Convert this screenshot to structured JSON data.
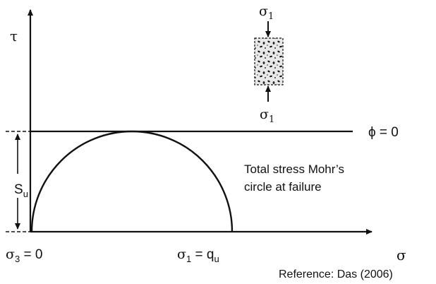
{
  "figure": {
    "tau_axis_label": "τ",
    "sigma_axis_label": "σ",
    "specimen": {
      "top_load_label": "σ",
      "top_load_sub": "1",
      "bottom_load_label": "σ",
      "bottom_load_sub": "1"
    },
    "envelope_label": "ϕ = 0",
    "circle_caption_line1": "Total stress Mohr’s",
    "circle_caption_line2": "circle at failure",
    "su_label": "S",
    "su_sub": "u",
    "sigma3_label": "σ",
    "sigma3_sub": "3",
    "sigma3_value": " = 0",
    "sigma1_label": "σ",
    "sigma1_sub": "1",
    "sigma1_eq": " = q",
    "sigma1_eq_sub": "u",
    "reference": "Reference:  Das (2006)"
  }
}
